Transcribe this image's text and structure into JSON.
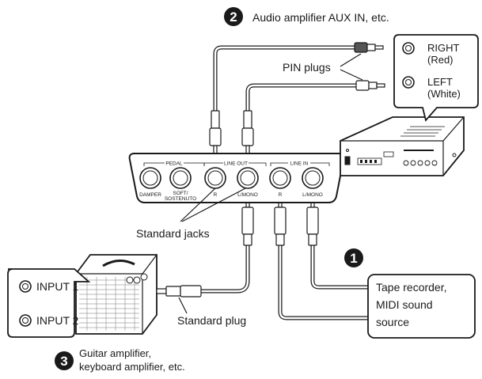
{
  "callouts": {
    "c1": {
      "number": "1",
      "text_lines": [
        "Tape recorder,",
        "MIDI sound",
        "source"
      ]
    },
    "c2": {
      "number": "2",
      "text": "Audio amplifier AUX IN, etc."
    },
    "c3": {
      "number": "3",
      "text_lines": [
        "Guitar amplifier,",
        "keyboard amplifier, etc."
      ]
    }
  },
  "labels": {
    "pin_plugs": "PIN plugs",
    "standard_jacks": "Standard jacks",
    "standard_plug": "Standard plug"
  },
  "aux_inputs": [
    {
      "line1": "RIGHT",
      "line2": "(Red)"
    },
    {
      "line1": "LEFT",
      "line2": "(White)"
    }
  ],
  "amp_inputs": [
    "INPUT 1",
    "INPUT 2"
  ],
  "panel": {
    "pedal_group": "PEDAL",
    "line_out_group": "LINE OUT",
    "line_in_group": "LINE IN",
    "jacks": [
      {
        "label": "DAMPER"
      },
      {
        "label": "SOFT/\nSOSTENUTO"
      },
      {
        "label": "R"
      },
      {
        "label": "L/MONO"
      },
      {
        "label": "R"
      },
      {
        "label": "L/MONO"
      }
    ]
  },
  "colors": {
    "stroke": "#1a1a1a",
    "fill": "#ffffff",
    "badge": "#1a1a1a"
  }
}
